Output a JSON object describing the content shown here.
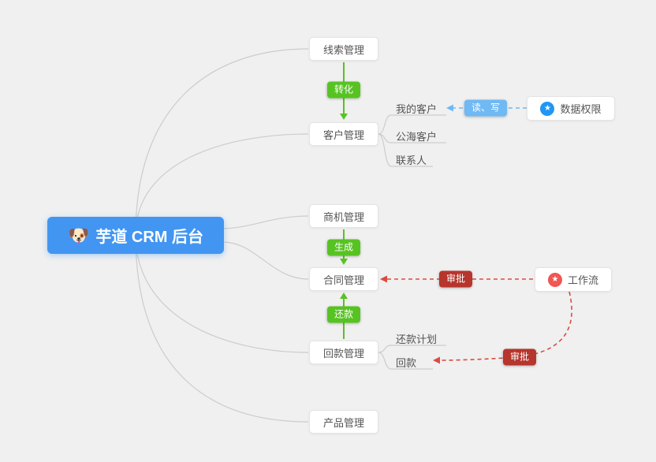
{
  "root": {
    "emoji": "🐶",
    "label": "芋道 CRM 后台"
  },
  "nodes": {
    "leads": "线索管理",
    "customers": "客户管理",
    "opportunities": "商机管理",
    "contracts": "合同管理",
    "receivables": "回款管理",
    "products": "产品管理"
  },
  "customer_children": [
    "我的客户",
    "公海客户",
    "联系人"
  ],
  "receivable_children": [
    "还款计划",
    "回款"
  ],
  "badges": {
    "convert": "转化",
    "generate": "生成",
    "repay": "还款",
    "read_write": "读、写",
    "approve_contract": "审批",
    "approve_receivable": "审批"
  },
  "side_nodes": {
    "data_permission": "数据权限",
    "workflow": "工作流"
  },
  "icons": {
    "data_permission_star": "★",
    "workflow_star": "★"
  },
  "colors": {
    "background": "#f0f0f0",
    "root_blue": "#4296f2",
    "green": "#57c322",
    "light_blue": "#6fb9f4",
    "dark_red": "#b6352c",
    "red_line": "#dd4a42",
    "node_text": "#555555",
    "line_gray": "#cccccc"
  }
}
